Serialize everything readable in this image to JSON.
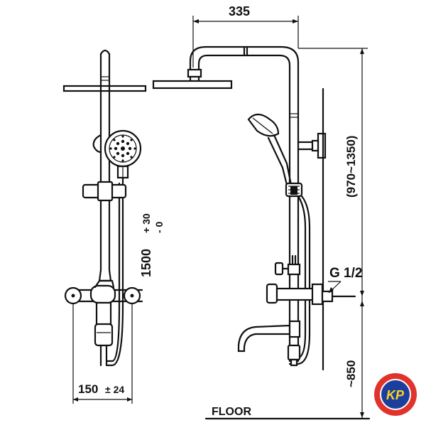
{
  "dimensions": {
    "arm_length": "335",
    "riser_height": "(970~1350)",
    "inlet_thread": "G 1/2",
    "inlet_height": "~850",
    "rail_height_main": "1500",
    "rail_height_tol_plus": "+ 30",
    "rail_height_tol_minus": "- 0",
    "inlet_spacing": "150",
    "inlet_spacing_tol": "± 24"
  },
  "labels": {
    "floor": "FLOOR"
  },
  "logo": {
    "text": "KP",
    "colors": {
      "ring": "#e0332b",
      "inner": "#1c3f9e",
      "text": "#ffd21f"
    }
  }
}
